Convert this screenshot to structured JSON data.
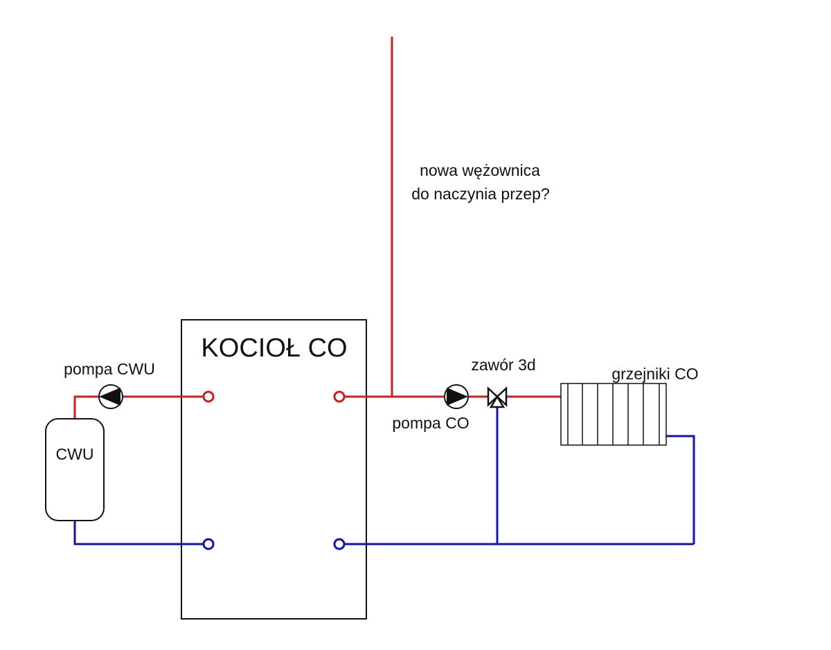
{
  "colors": {
    "supply": "#d11b1b",
    "return": "#1111b0",
    "outline": "#111111"
  },
  "labels": {
    "boiler": "KOCIOŁ CO",
    "dhw_tank": "CWU",
    "dhw_pump": "pompa CWU",
    "co_pump": "pompa CO",
    "valve": "zawór 3d",
    "radiators": "grzejniki CO",
    "note_line1": "nowa wężownica",
    "note_line2": "do naczynia przep?"
  },
  "radiator": {
    "sections": 7
  }
}
